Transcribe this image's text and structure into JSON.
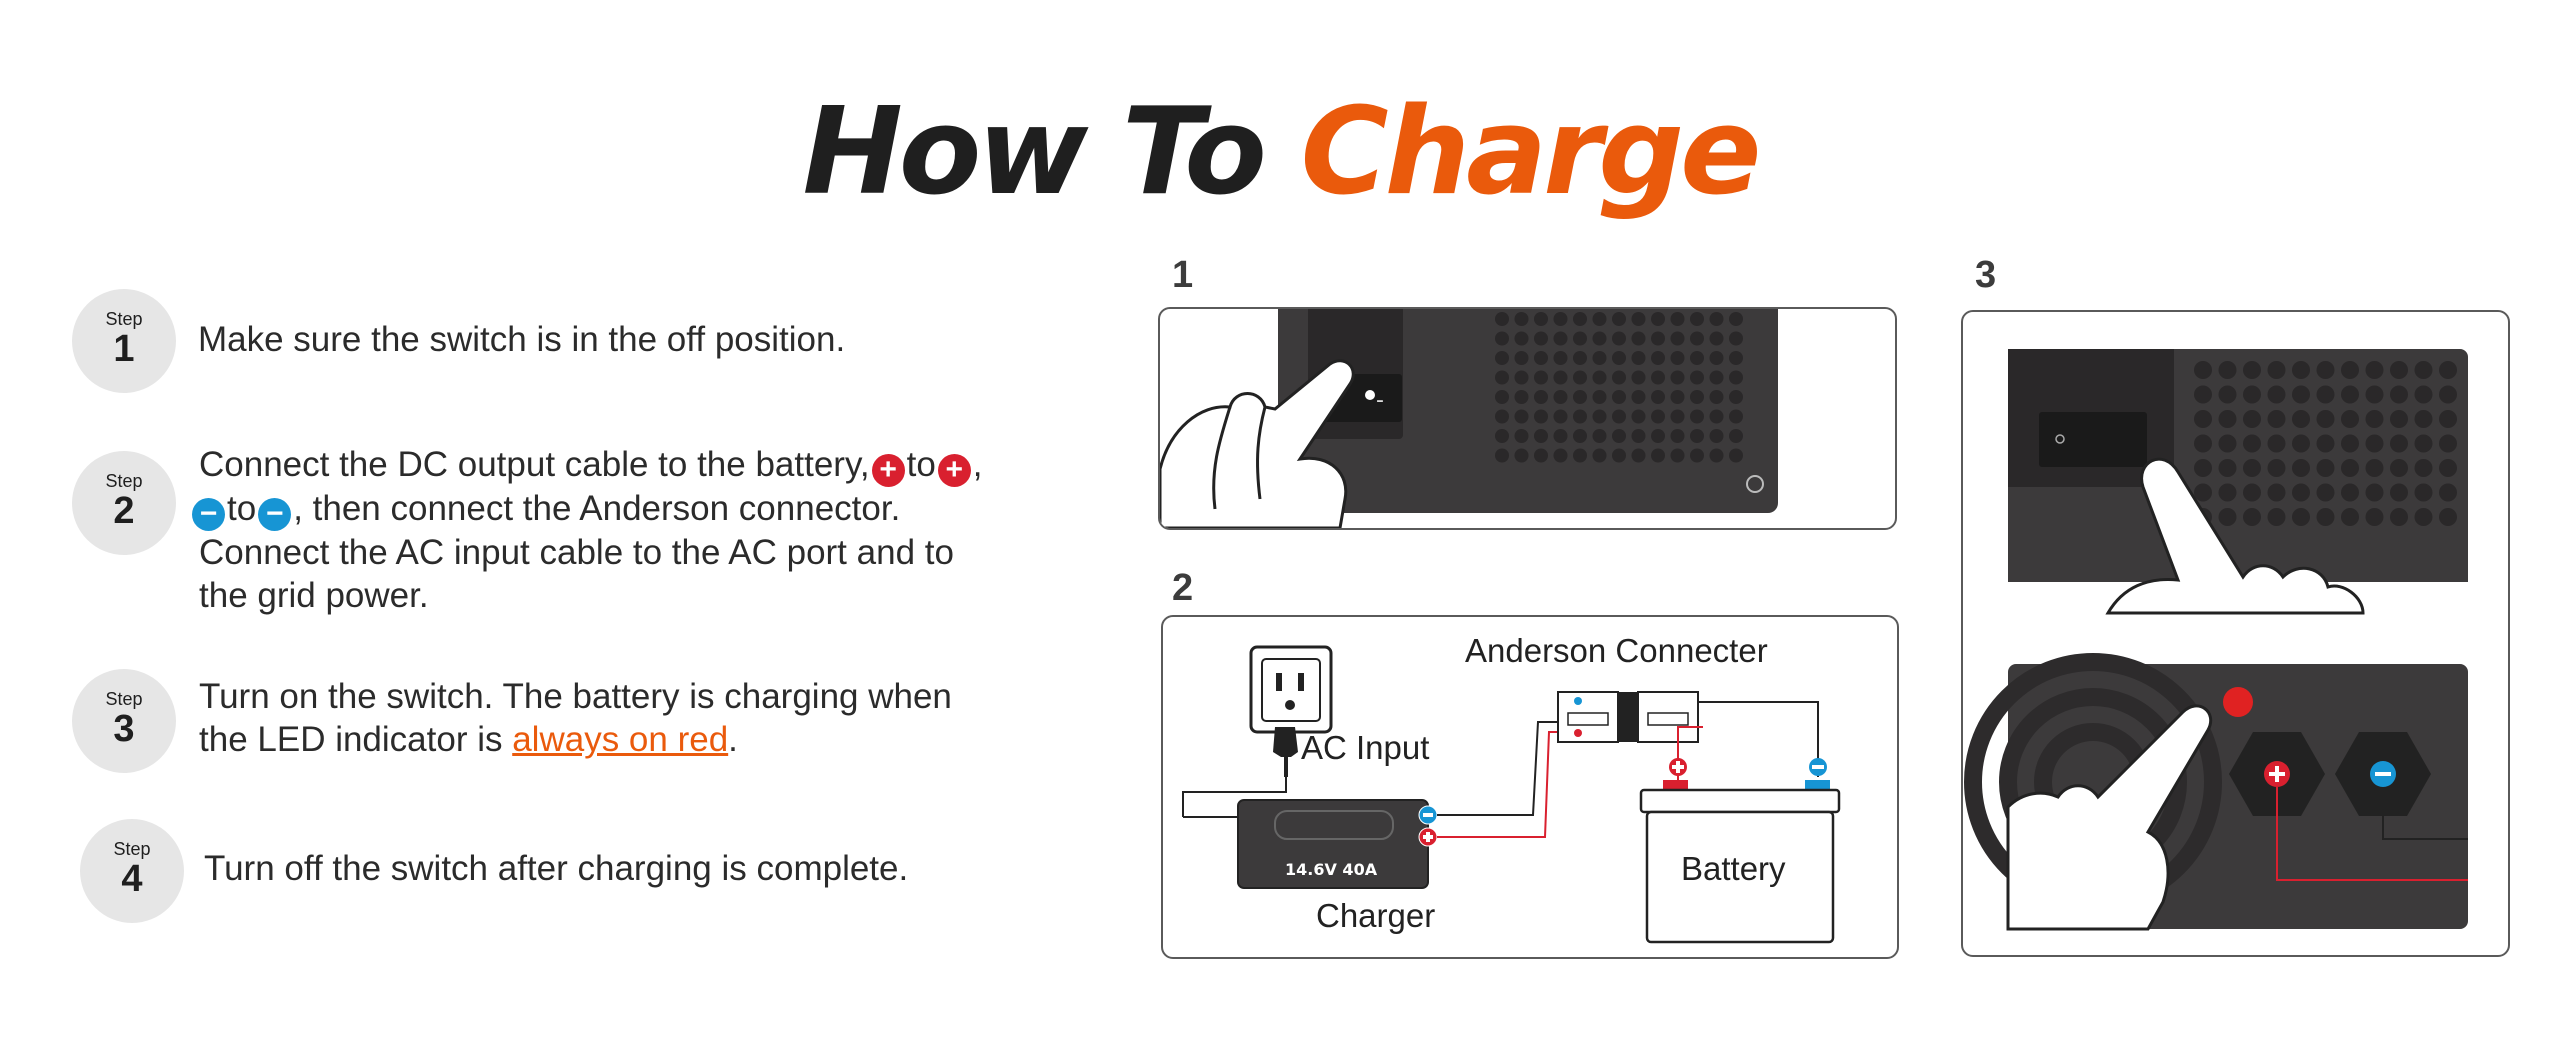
{
  "title": {
    "part1": "How To ",
    "part2": "Charge"
  },
  "colors": {
    "accent": "#ea5a0c",
    "positive": "#d9202f",
    "negative": "#1795d4",
    "device": "#3c3a3b"
  },
  "steps": [
    {
      "label": "Step",
      "number": "1",
      "text": "Make sure the switch is in the off position."
    },
    {
      "label": "Step",
      "number": "2",
      "line1_pre": "Connect the DC output cable to the battery,",
      "line1_to": "to",
      "line1_end": ",",
      "line2_to": "to",
      "line2_post": ", then connect the Anderson connector.",
      "line3": "Connect the AC input cable to the AC port and to",
      "line4": "the grid power."
    },
    {
      "label": "Step",
      "number": "3",
      "line1": "Turn on the switch. The battery is charging when",
      "line2_pre": "the LED indicator is ",
      "line2_highlight": "always on red",
      "line2_post": "."
    },
    {
      "label": "Step",
      "number": "4",
      "text": "Turn off the switch after charging is complete."
    }
  ],
  "symbols": {
    "plus": "+",
    "minus": "−"
  },
  "panels": {
    "p1": {
      "number": "1",
      "switch_on": "-",
      "switch_off": "○"
    },
    "p2": {
      "number": "2",
      "anderson": "Anderson Connecter",
      "ac_input": "AC Input",
      "charger": "Charger",
      "battery": "Battery",
      "charger_model": "14.6V 40A"
    },
    "p3": {
      "number": "3"
    }
  },
  "icons": [
    "hand-pointer-icon",
    "wall-socket-icon",
    "plug-icon",
    "charger-icon",
    "battery-icon",
    "anderson-connector-icon",
    "led-indicator-icon"
  ]
}
